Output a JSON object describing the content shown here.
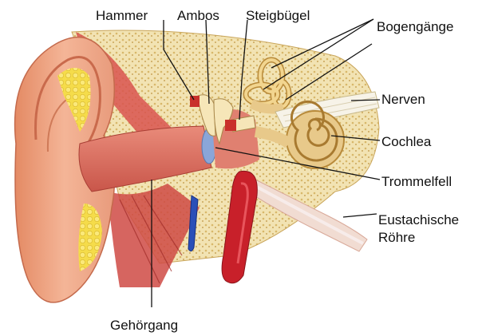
{
  "labels": {
    "hammer": "Hammer",
    "ambos": "Ambos",
    "steigbuegel": "Steigbügel",
    "bogengaenge": "Bogengänge",
    "nerven": "Nerven",
    "cochlea": "Cochlea",
    "trommelfell": "Trommelfell",
    "eustachische_line1": "Eustachische",
    "eustachische_line2": "Röhre",
    "gehoergang": "Gehörgang"
  },
  "colors": {
    "skin": "#f2a88a",
    "skin_shadow": "#d97a5e",
    "muscle": "#d9534f",
    "bone": "#f2e3b3",
    "bone_dots": "#d8b86a",
    "fat": "#f5dc4a",
    "artery": "#c8202a",
    "vein": "#2a4fb8",
    "cochlea": "#e8c98a",
    "eardrum": "#8aa6d8",
    "leader": "#111111"
  }
}
